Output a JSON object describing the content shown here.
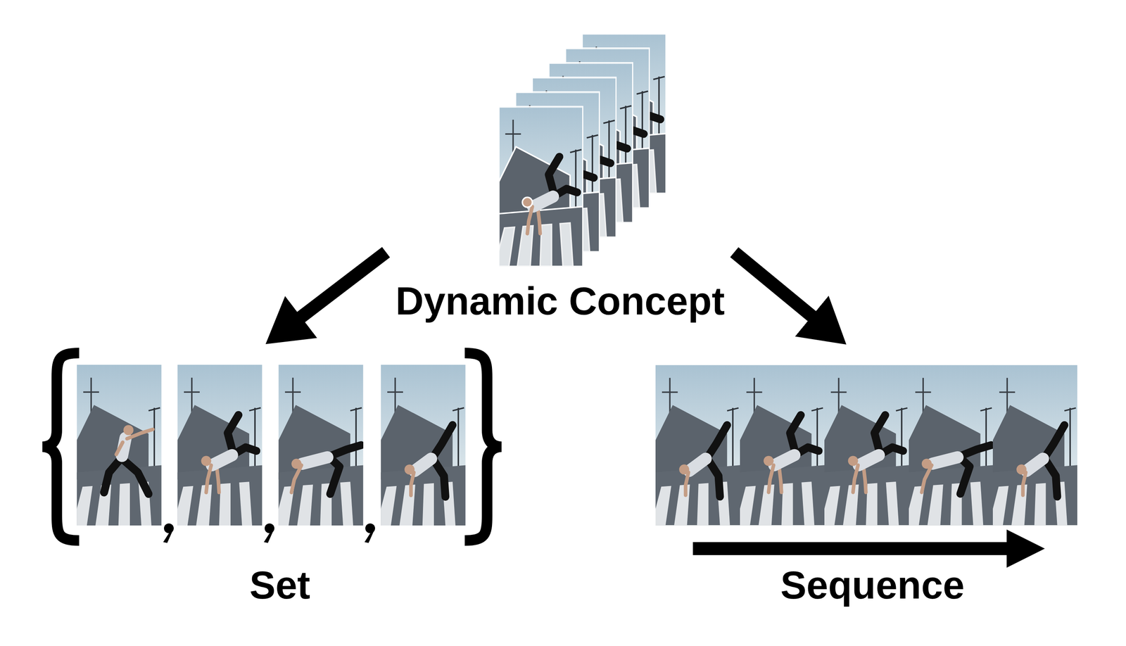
{
  "diagram": {
    "nodes": [
      {
        "text": [
          "Dynamic Concept"
        ]
      },
      {
        "text": [
          "Set"
        ]
      },
      {
        "text": [
          "Sequence"
        ]
      }
    ],
    "edges": [
      {
        "from": 0,
        "to": 1,
        "arrow": "to"
      },
      {
        "from": 0,
        "to": 2,
        "arrow": "to"
      }
    ]
  }
}
